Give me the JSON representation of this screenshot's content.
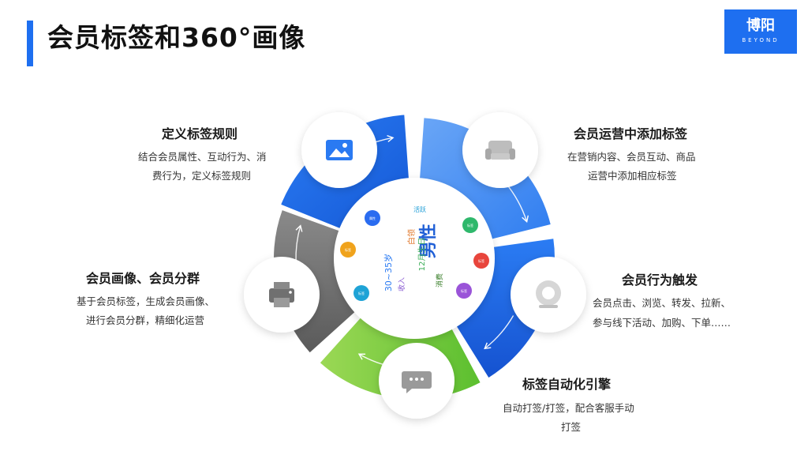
{
  "title": "会员标签和360°画像",
  "logo": {
    "name": "博阳",
    "sub": "BEYOND"
  },
  "center_words": [
    "男性",
    "30~35岁",
    "12月生日",
    "白领",
    "收入",
    "活跃",
    "消费"
  ],
  "center_tags": [
    "属性",
    "标签",
    "标签",
    "标签",
    "标签",
    "标签",
    "标签"
  ],
  "steps": [
    {
      "title": "定义标签规则",
      "desc_line1": "结合会员属性、互动行为、消",
      "desc_line2": "费行为，定义标签规则",
      "icon": "image-icon",
      "color": "#1f6fee"
    },
    {
      "title": "会员运营中添加标签",
      "desc_line1": "在营销内容、会员互动、商品",
      "desc_line2": "运营中添加相应标签",
      "icon": "sofa-icon",
      "color": "#4a8ff2"
    },
    {
      "title": "会员行为触发",
      "desc_line1": "会员点击、浏览、转发、拉新、",
      "desc_line2": "参与线下活动、加购、下单……",
      "icon": "speaker-icon",
      "color": "#1f6fee"
    },
    {
      "title": "标签自动化引擎",
      "desc_line1": "自动打签/打签，配合客服手动",
      "desc_line2": "打签",
      "icon": "chat-icon",
      "color": "#8dd04a"
    },
    {
      "title": "会员画像、会员分群",
      "desc_line1": "基于会员标签，生成会员画像、",
      "desc_line2": "进行会员分群，精细化运营",
      "icon": "printer-icon",
      "color": "#7a7a7a"
    }
  ]
}
